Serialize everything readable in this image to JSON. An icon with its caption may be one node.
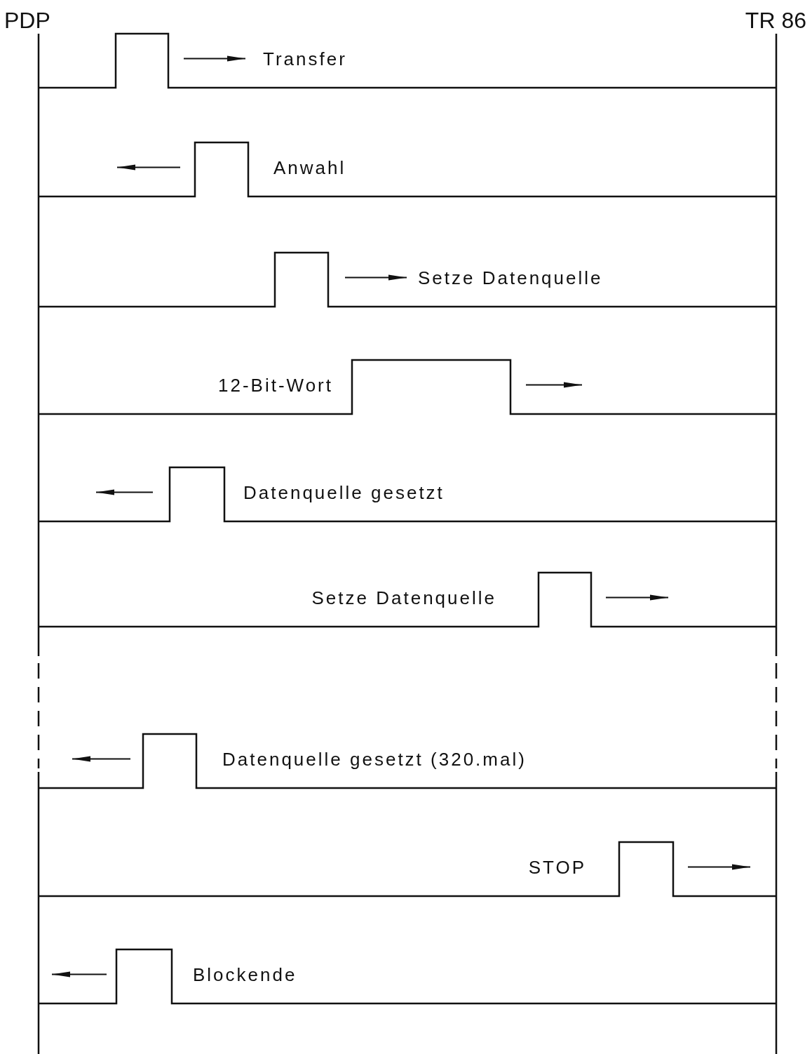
{
  "diagram": {
    "labels": [
      "PDP",
      "TR 86",
      "Transfer",
      "Anwahl",
      "Setze Datenquelle",
      "12-Bit-Wort",
      "Datenquelle gesetzt",
      "Setze Datenquelle",
      "Datenquelle gesetzt (320.mal)",
      "STOP",
      "Blockende"
    ]
  }
}
